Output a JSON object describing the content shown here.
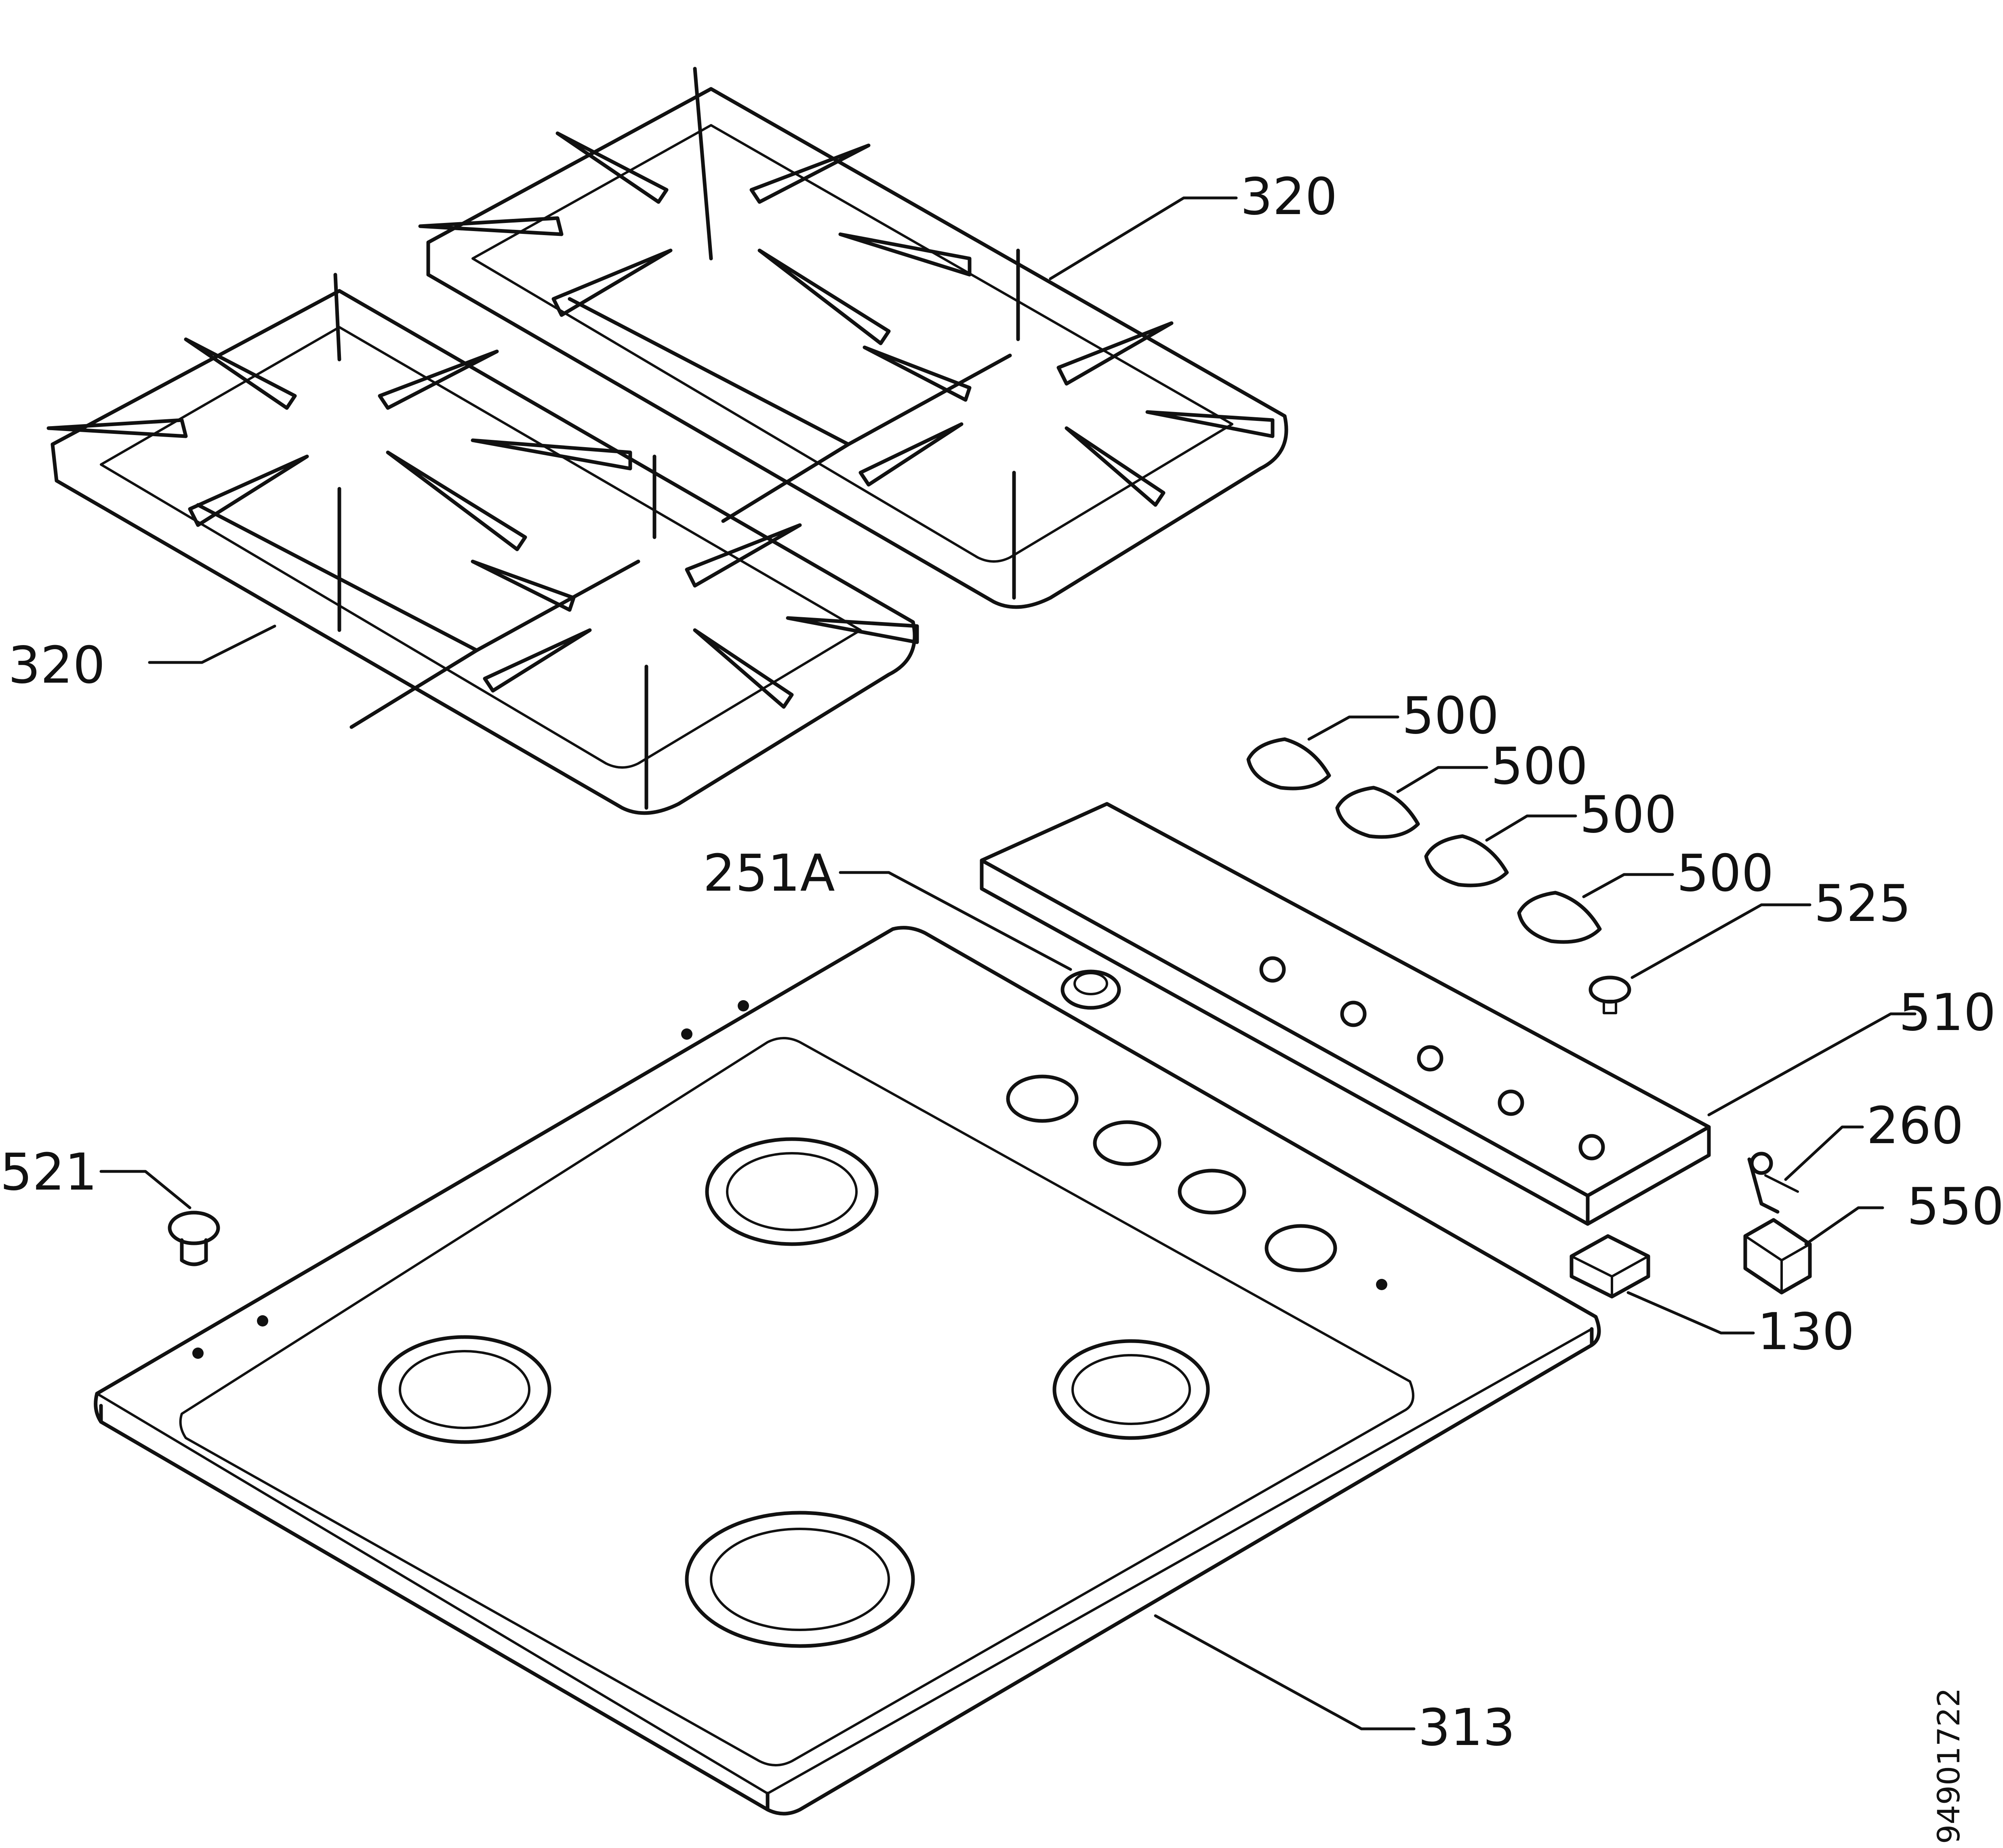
{
  "diagram": {
    "callouts": {
      "grate_top": "320",
      "grate_left": "320",
      "knob_1": "500",
      "knob_2": "500",
      "knob_3": "500",
      "knob_4": "500",
      "button_525": "525",
      "panel_510": "510",
      "ignition_260": "260",
      "switch_550": "550",
      "block_130": "130",
      "plug_251A": "251A",
      "foot_521": "521",
      "hob_313": "313"
    },
    "drawing_code": "94901722"
  }
}
